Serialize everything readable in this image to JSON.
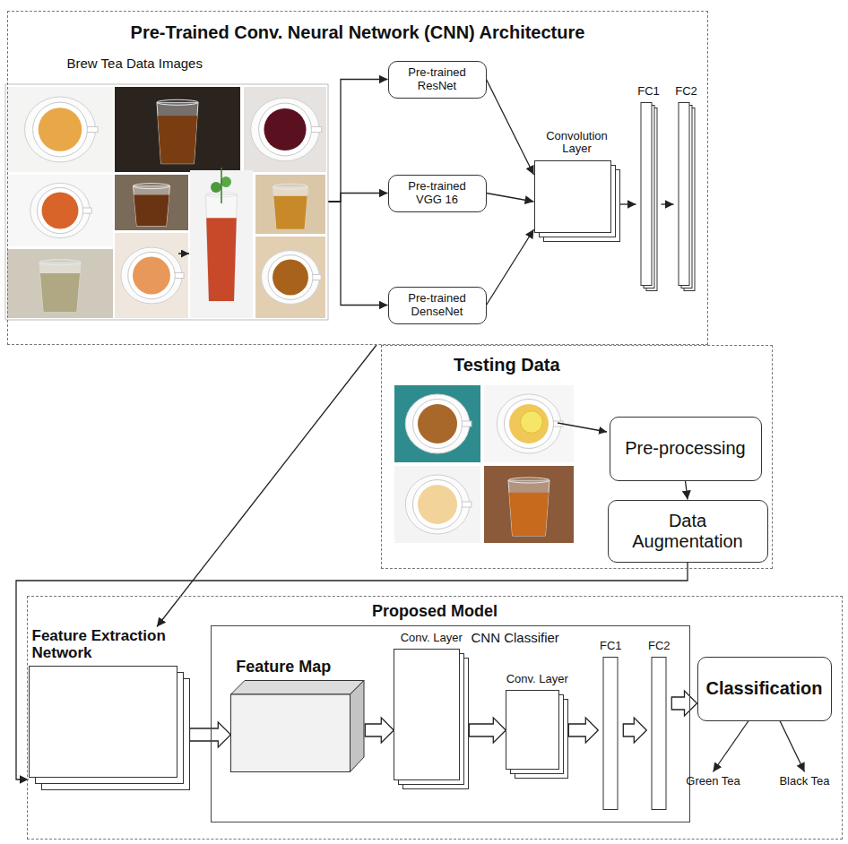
{
  "diagram": {
    "nodes": [
      {
        "text": [
          "Pre-Trained Conv. Neural Network (CNN) Architecture"
        ]
      },
      {
        "text": [
          "Brew Tea Data Images"
        ],
        "in": 0
      },
      {
        "text": [
          "Pre-trained ResNet"
        ],
        "in": 0
      },
      {
        "text": [
          "Pre-trained VGG 16"
        ],
        "in": 0
      },
      {
        "text": [
          "Pre-trained DenseNet"
        ],
        "in": 0
      },
      {
        "text": [
          "Convolution Layer"
        ],
        "in": 0
      },
      {
        "text": [
          "FC1"
        ],
        "in": 0
      },
      {
        "text": [
          "FC2"
        ],
        "in": 0
      },
      {
        "text": [
          "Testing Data"
        ]
      },
      {
        "text": [
          "Pre-processing"
        ],
        "in": 8
      },
      {
        "text": [
          "Data Augmentation"
        ],
        "in": 8
      },
      {
        "text": [
          "Proposed Model"
        ]
      },
      {
        "text": [
          "Feature Extraction Network"
        ],
        "in": 11
      },
      {
        "text": [
          "CNN Classifier"
        ],
        "in": 11
      },
      {
        "text": [
          "Feature Map"
        ],
        "in": 13
      },
      {
        "text": [
          "Conv. Layer"
        ],
        "in": 13
      },
      {
        "text": [
          "Conv. Layer"
        ],
        "in": 13
      },
      {
        "text": [
          "FC1"
        ],
        "in": 13
      },
      {
        "text": [
          "FC2"
        ],
        "in": 13
      },
      {
        "text": [
          "Classification"
        ],
        "in": 11
      },
      {
        "text": [
          "Green Tea"
        ],
        "in": 11
      },
      {
        "text": [
          "Black Tea"
        ],
        "in": 11
      }
    ],
    "edges": [
      {
        "from": 1,
        "to": 2,
        "arrow": "to"
      },
      {
        "from": 1,
        "to": 3,
        "arrow": "to"
      },
      {
        "from": 1,
        "to": 4,
        "arrow": "to"
      },
      {
        "from": 2,
        "to": 5,
        "arrow": "to"
      },
      {
        "from": 3,
        "to": 5,
        "arrow": "to"
      },
      {
        "from": 4,
        "to": 5,
        "arrow": "to"
      },
      {
        "from": 5,
        "to": 6,
        "arrow": "to"
      },
      {
        "from": 6,
        "to": 7,
        "arrow": "to"
      },
      {
        "from": 9,
        "to": 10,
        "arrow": "to"
      },
      {
        "from": 0,
        "to": 12,
        "arrow": "to"
      },
      {
        "from": 10,
        "to": 12,
        "arrow": "to"
      },
      {
        "from": 12,
        "to": 14,
        "arrow": "to"
      },
      {
        "from": 14,
        "to": 15,
        "arrow": "to"
      },
      {
        "from": 15,
        "to": 16,
        "arrow": "to"
      },
      {
        "from": 16,
        "to": 17,
        "arrow": "to"
      },
      {
        "from": 17,
        "to": 18,
        "arrow": "to"
      },
      {
        "from": 18,
        "to": 19,
        "arrow": "to"
      },
      {
        "from": 19,
        "to": 20,
        "arrow": "to"
      },
      {
        "from": 19,
        "to": 21,
        "arrow": "to"
      }
    ]
  }
}
